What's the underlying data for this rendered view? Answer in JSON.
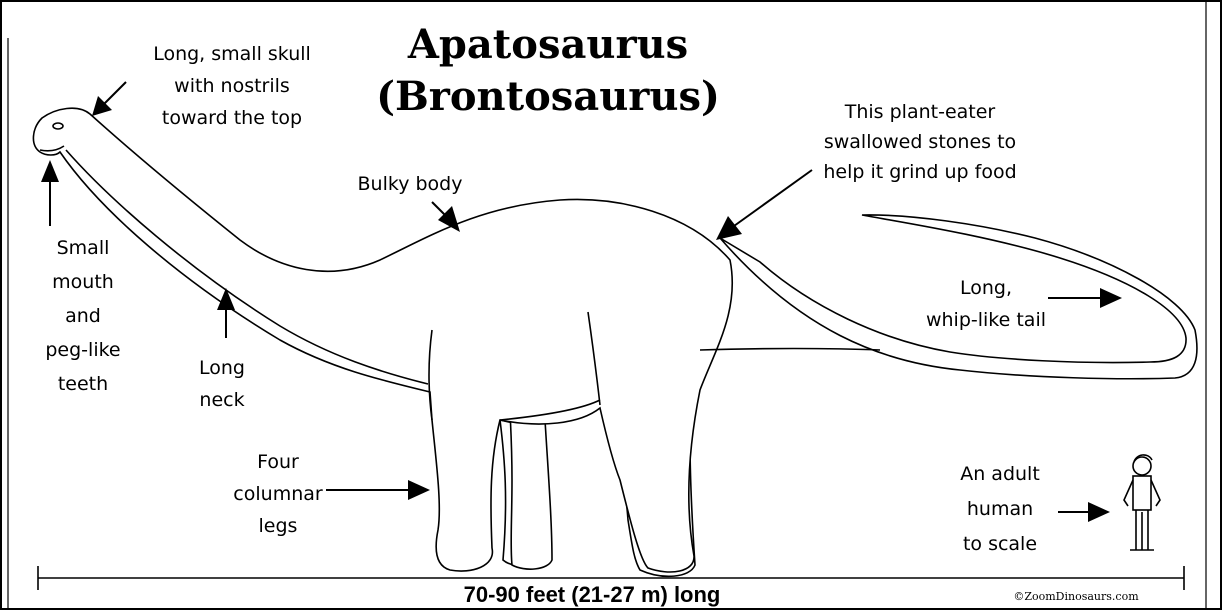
{
  "diagram": {
    "title_line1": "Apatosaurus",
    "title_line2": "(Brontosaurus)",
    "labels": {
      "skull": [
        "Long, small skull",
        "with nostrils",
        "toward the top"
      ],
      "mouth": [
        "Small",
        "mouth",
        "and",
        "peg-like",
        "teeth"
      ],
      "neck": [
        "Long",
        "neck"
      ],
      "body": [
        "Bulky body"
      ],
      "stones": [
        "This plant-eater",
        "swallowed stones to",
        "help it grind up food"
      ],
      "tail": [
        "Long,",
        "whip-like tail"
      ],
      "legs": [
        "Four",
        "columnar",
        "legs"
      ],
      "human": [
        "An adult",
        "human",
        "to scale"
      ]
    },
    "length_label": "70-90  feet (21-27 m) long",
    "copyright": "©ZoomDinosaurs.com"
  }
}
